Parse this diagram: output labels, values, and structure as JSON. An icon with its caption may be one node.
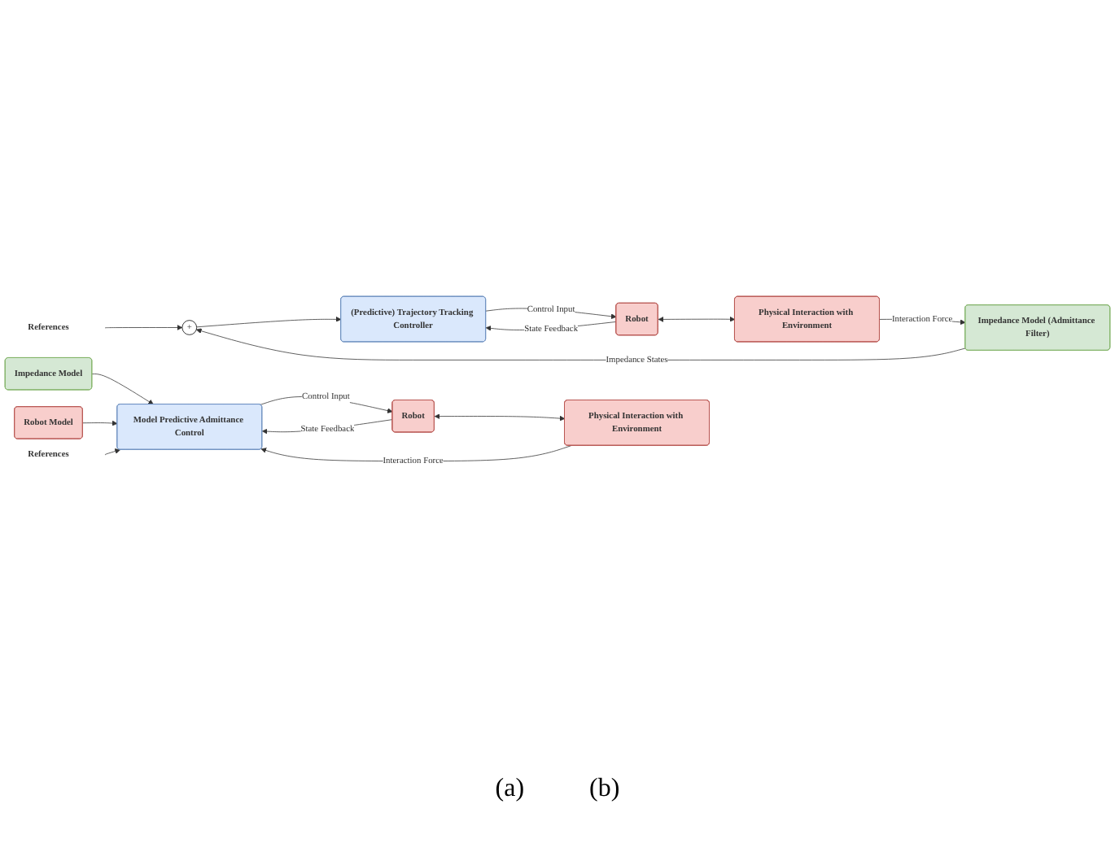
{
  "diagram": {
    "nodes": [
      {
        "text": [
          "References"
        ]
      },
      {
        "text": [
          "+"
        ]
      },
      {
        "text": [
          "(Predictive) Trajectory Tracking Controller"
        ]
      },
      {
        "text": [
          "Impedance Model (Admittance Filter)"
        ]
      },
      {
        "text": [
          "Robot"
        ]
      },
      {
        "text": [
          "Physical Interaction with Environment"
        ]
      },
      {
        "text": [
          "Impedance Model"
        ]
      },
      {
        "text": [
          "Robot Model"
        ]
      },
      {
        "text": [
          "References"
        ]
      },
      {
        "text": [
          "Model Predictive Admittance Control"
        ]
      },
      {
        "text": [
          "Robot"
        ]
      },
      {
        "text": [
          "Physical Interaction with Environment"
        ]
      }
    ],
    "edges": [
      {
        "from": 0,
        "to": 1,
        "arrow": "to"
      },
      {
        "from": 1,
        "to": 2,
        "arrow": "to"
      },
      {
        "from": 2,
        "to": 4,
        "label": "Control Input",
        "arrow": "to"
      },
      {
        "from": 4,
        "to": 2,
        "label": "State Feedback",
        "arrow": "to"
      },
      {
        "from": 4,
        "to": 5,
        "arrow": "both"
      },
      {
        "from": 5,
        "to": 3,
        "label": "Interaction Force",
        "arrow": "to"
      },
      {
        "from": 3,
        "to": 1,
        "label": "Impedance States",
        "arrow": "to"
      },
      {
        "from": 6,
        "to": 9,
        "arrow": "to"
      },
      {
        "from": 7,
        "to": 9,
        "arrow": "to"
      },
      {
        "from": 8,
        "to": 9,
        "arrow": "to"
      },
      {
        "from": 9,
        "to": 10,
        "label": "Control Input",
        "arrow": "to"
      },
      {
        "from": 10,
        "to": 9,
        "label": "State Feedback",
        "arrow": "to"
      },
      {
        "from": 10,
        "to": 11,
        "arrow": "both"
      },
      {
        "from": 11,
        "to": 9,
        "label": "Interaction Force",
        "arrow": "to"
      }
    ],
    "labels": [
      "(a)",
      "(b)"
    ]
  }
}
